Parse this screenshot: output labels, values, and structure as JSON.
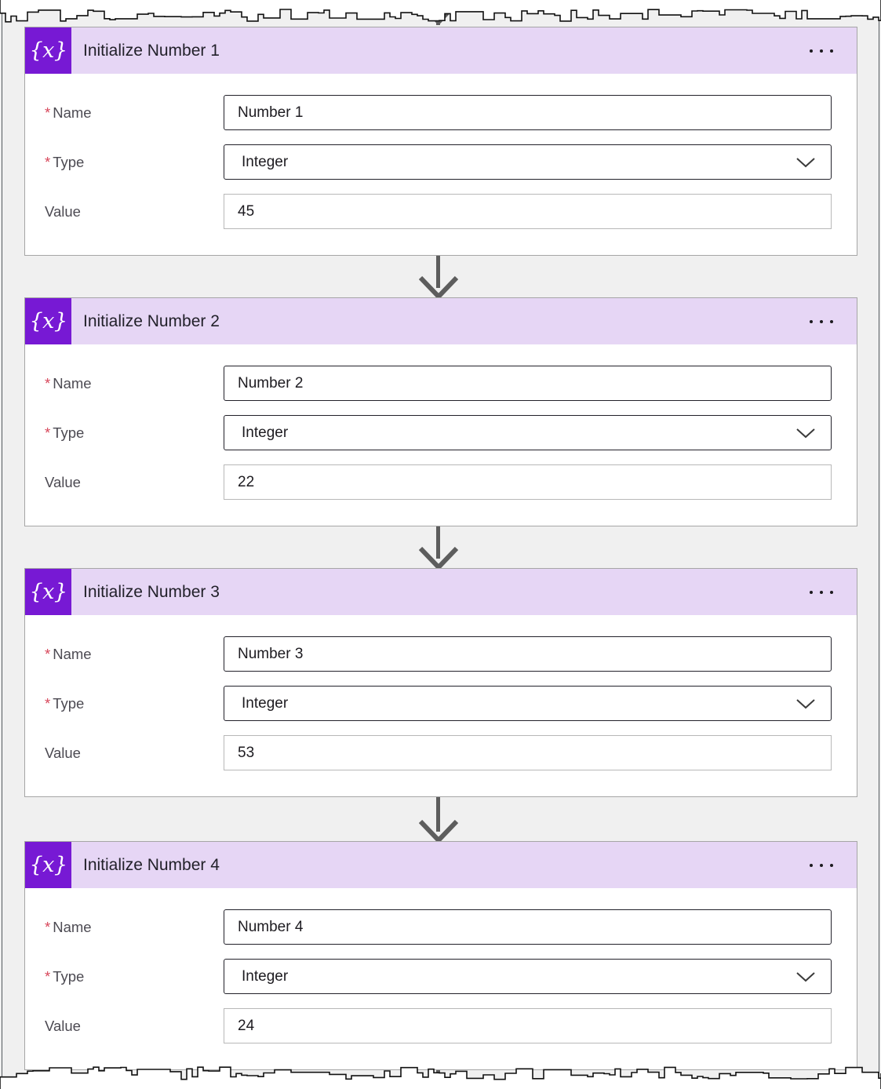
{
  "page": {
    "background_color": "#f0f0f0",
    "canvas_color": "#ffffff"
  },
  "theme": {
    "accent_purple": "#7719d4",
    "header_purple": "#e6d6f5",
    "required_red": "#d8485c",
    "connector_gray": "#5d5d5d",
    "border_gray": "#a6a6a6",
    "input_border": "#22212a",
    "input_border_light": "#b8b8b8",
    "label_gray": "#4c4a52",
    "text_dark": "#1d1b20"
  },
  "flow": {
    "icon": "variable-braces-icon",
    "icon_glyph": "{x}",
    "menu_icon": "more-options-icon",
    "dropdown_icon": "chevron-down-icon",
    "connector_icon": "arrow-down-icon",
    "required_marker": "*",
    "labels": {
      "name": "Name",
      "type": "Type",
      "value": "Value"
    },
    "actions": [
      {
        "title": "Initialize Number 1",
        "name": "Number 1",
        "type": "Integer",
        "value": "45"
      },
      {
        "title": "Initialize Number 2",
        "name": "Number 2",
        "type": "Integer",
        "value": "22"
      },
      {
        "title": "Initialize Number 3",
        "name": "Number 3",
        "type": "Integer",
        "value": "53"
      },
      {
        "title": "Initialize Number 4",
        "name": "Number 4",
        "type": "Integer",
        "value": "24"
      }
    ]
  }
}
